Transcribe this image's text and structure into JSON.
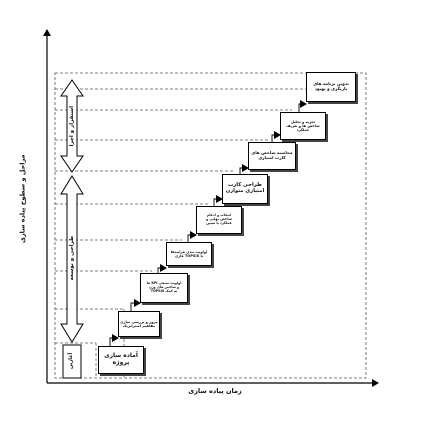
{
  "axes": {
    "y_label": "مراحل و سطوح پیاده سازی",
    "x_label": "زمان پیاده سازی"
  },
  "steps": [
    {
      "id": "s1",
      "text": "آماده سازی\nپروژه"
    },
    {
      "id": "s2",
      "text": "مرور و بررسی سازی\nمفاهیم استراتژیک"
    },
    {
      "id": "s3",
      "text": "اولویت سنجی KPI ها\nو شاخص های وزن\nبه کمک TOPSIS"
    },
    {
      "id": "s4",
      "text": "اولویت بندی فرایندها\nبا TOPSIS فازی"
    },
    {
      "id": "s5",
      "text": "انتخاب و ادغام\nشاخص نهایی و\nعملکرد با تعیین"
    },
    {
      "id": "s6",
      "text": "طراحی کارت\nامتیازی متوازن"
    },
    {
      "id": "s7",
      "text": "محاسبه شاخص های\nکارت امتیازی"
    },
    {
      "id": "s8",
      "text": "تجزیه و تحلیل\nشاخص ها و تعریف\nعملکرد"
    },
    {
      "id": "s9",
      "text": "تدوین برنامه های\nبازنگری و بهبود"
    }
  ],
  "phases": [
    {
      "id": "p1",
      "text": "استقرار و اجرا"
    },
    {
      "id": "p2",
      "text": "طراحی و توسعه"
    },
    {
      "id": "p3",
      "text": "آغازین"
    }
  ]
}
